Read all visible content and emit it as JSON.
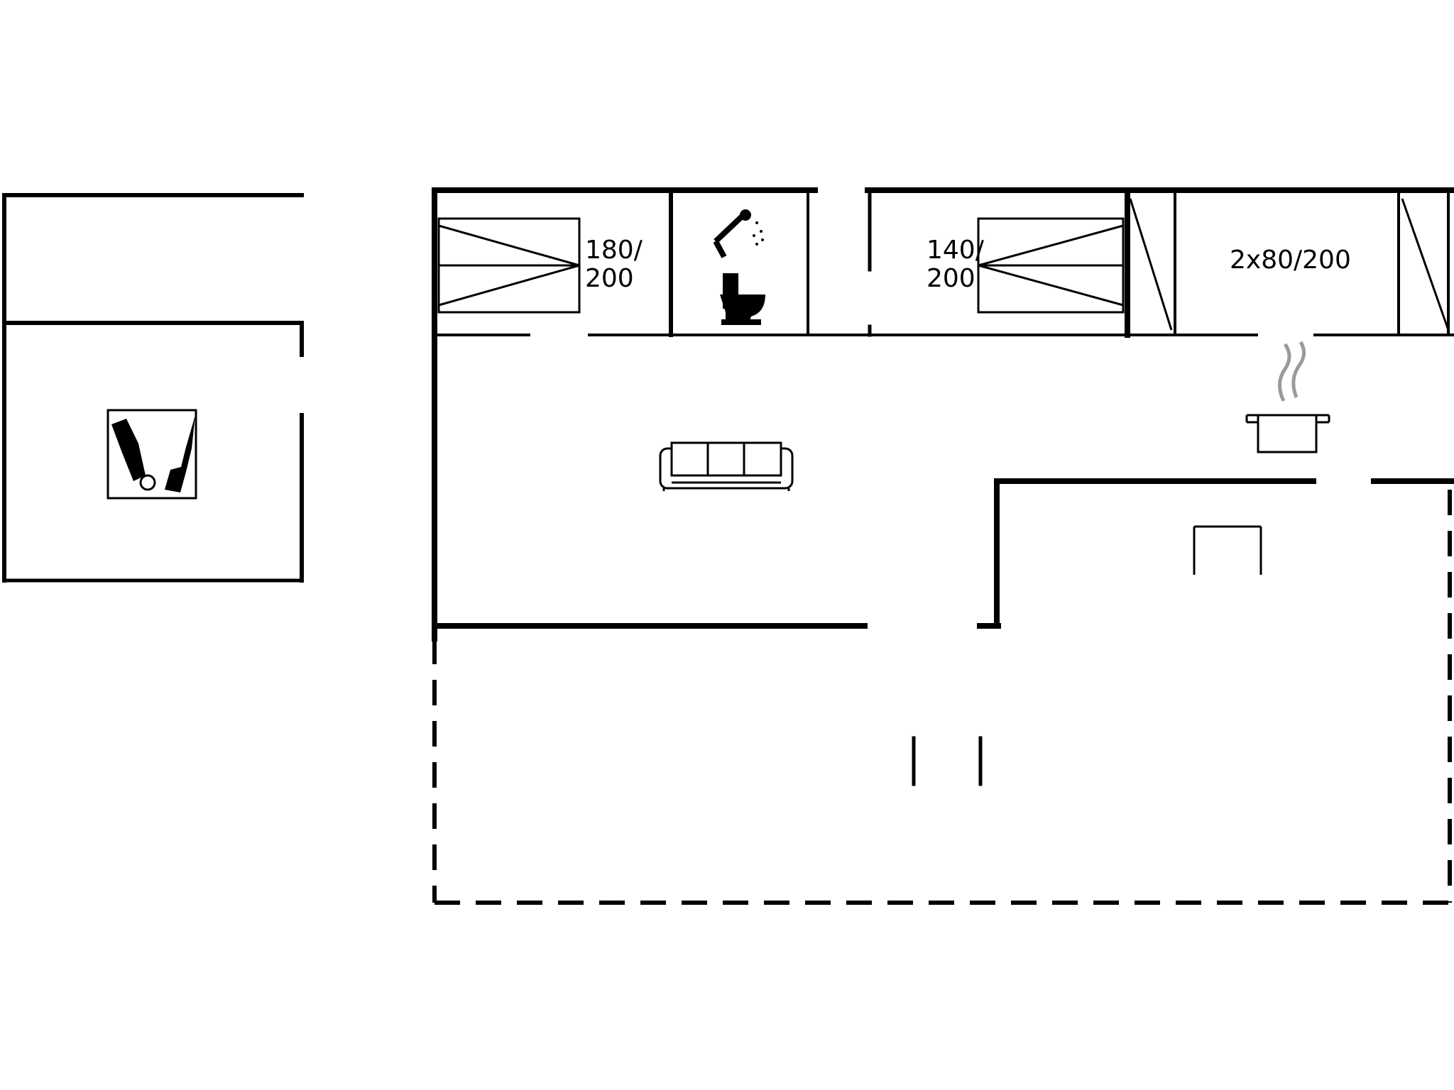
{
  "plan": {
    "rooms": [
      {
        "id": "bedroom-1",
        "bed_label_line1": "180/",
        "bed_label_line2": "200"
      },
      {
        "id": "bathroom",
        "fixtures": [
          "shower-icon",
          "toilet-icon"
        ]
      },
      {
        "id": "bedroom-2",
        "bed_label_line1": "140/",
        "bed_label_line2": "200"
      },
      {
        "id": "bedroom-3",
        "bed_label": "2x80/200"
      },
      {
        "id": "living-room",
        "fixtures": [
          "sofa-icon"
        ]
      },
      {
        "id": "kitchen",
        "fixtures": [
          "cooking-pot-icon"
        ]
      },
      {
        "id": "annex",
        "fixtures": [
          "washing-machine-icon"
        ]
      }
    ],
    "colors": {
      "wall": "#000000",
      "steam": "#9a9a9a",
      "background": "#ffffff"
    }
  }
}
